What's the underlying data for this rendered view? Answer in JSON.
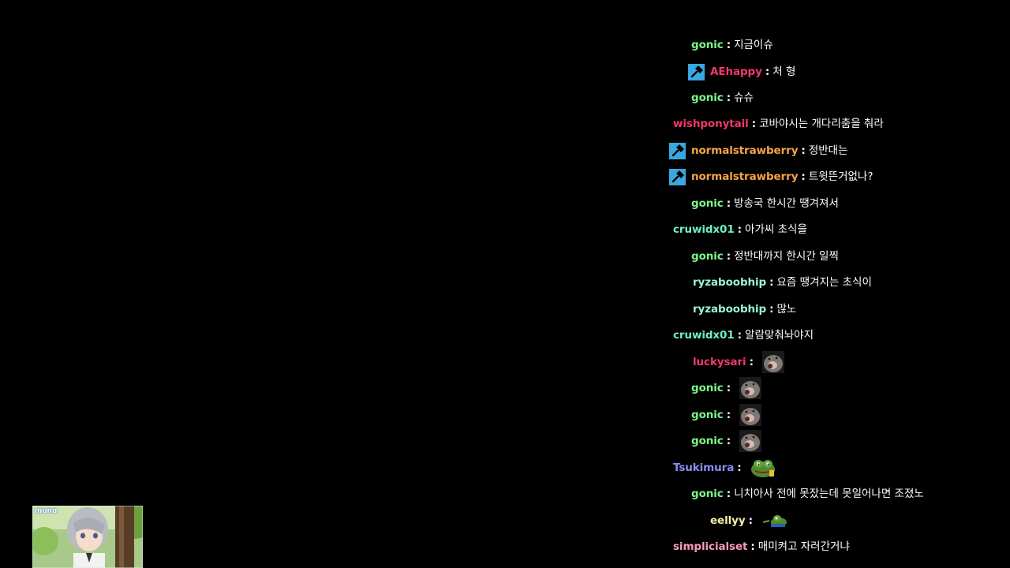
{
  "chat": {
    "messages": [
      {
        "user": "gonic",
        "user_color": "#7CF58A",
        "badge": false,
        "separator": ":",
        "text": "지금이슈",
        "emote": ""
      },
      {
        "user": "AEhappy",
        "user_color": "#F0386B",
        "badge": true,
        "badge_icon": "moderator-hammer-icon",
        "separator": ":",
        "text": "처 형",
        "emote": ""
      },
      {
        "user": "gonic",
        "user_color": "#7CF58A",
        "badge": false,
        "separator": ":",
        "text": "슈슈",
        "emote": ""
      },
      {
        "user": "wishponytail",
        "user_color": "#F0386B",
        "badge": false,
        "separator": ":",
        "text": "코바야시는 개다리춤을 춰라",
        "emote": ""
      },
      {
        "user": "normalstrawberry",
        "user_color": "#F6A447",
        "badge": true,
        "badge_icon": "moderator-hammer-icon",
        "separator": ":",
        "text": "정반대는",
        "emote": ""
      },
      {
        "user": "normalstrawberry",
        "user_color": "#F6A447",
        "badge": true,
        "badge_icon": "moderator-hammer-icon",
        "separator": ":",
        "text": "트윗뜬거없나?",
        "emote": ""
      },
      {
        "user": "gonic",
        "user_color": "#7CF58A",
        "badge": false,
        "separator": ":",
        "text": "방송국 한시간 땡겨져서",
        "emote": ""
      },
      {
        "user": "cruwidx01",
        "user_color": "#6EF0C0",
        "badge": false,
        "separator": ":",
        "text": "아가씨 초식을",
        "emote": ""
      },
      {
        "user": "gonic",
        "user_color": "#7CF58A",
        "badge": false,
        "separator": ":",
        "text": "정반대까지 한시간 일찍",
        "emote": ""
      },
      {
        "user": "ryzaboobhip",
        "user_color": "#9CF4D6",
        "badge": false,
        "separator": ":",
        "text": "요즘 땡겨지는 초식이",
        "emote": ""
      },
      {
        "user": "ryzaboobhip",
        "user_color": "#9CF4D6",
        "badge": false,
        "separator": ":",
        "text": "많노",
        "emote": ""
      },
      {
        "user": "cruwidx01",
        "user_color": "#6EF0C0",
        "badge": false,
        "separator": ":",
        "text": "알람맞춰놔야지",
        "emote": ""
      },
      {
        "user": "luckysari",
        "user_color": "#F0386B",
        "badge": false,
        "separator": ":",
        "text": "",
        "emote": "screaming-mole-emote"
      },
      {
        "user": "gonic",
        "user_color": "#7CF58A",
        "badge": false,
        "separator": ":",
        "text": "",
        "emote": "screaming-mole-emote"
      },
      {
        "user": "gonic",
        "user_color": "#7CF58A",
        "badge": false,
        "separator": ":",
        "text": "",
        "emote": "screaming-mole-emote"
      },
      {
        "user": "gonic",
        "user_color": "#7CF58A",
        "badge": false,
        "separator": ":",
        "text": "",
        "emote": "screaming-mole-emote"
      },
      {
        "user": "Tsukimura",
        "user_color": "#8A8DF5",
        "badge": false,
        "separator": ":",
        "text": "",
        "emote": "pepe-frog-emote"
      },
      {
        "user": "gonic",
        "user_color": "#7CF58A",
        "badge": false,
        "separator": ":",
        "text": "니치아사 전에 못잤는데 못일어나면 조졌노",
        "emote": ""
      },
      {
        "user": "eellyy",
        "user_color": "#F5F0A8",
        "badge": false,
        "separator": ":",
        "text": "",
        "emote": "pepe-swim-emote"
      },
      {
        "user": "simplicialset",
        "user_color": "#F59BC0",
        "badge": false,
        "separator": ":",
        "text": "매미켜고 자러간거냐",
        "emote": ""
      }
    ]
  },
  "colors": {
    "background": "#000000",
    "message_text": "#FFFFFF",
    "badge_blue": "#3AA7E0"
  },
  "stream_thumbnail": {
    "logo_text": "mono"
  }
}
